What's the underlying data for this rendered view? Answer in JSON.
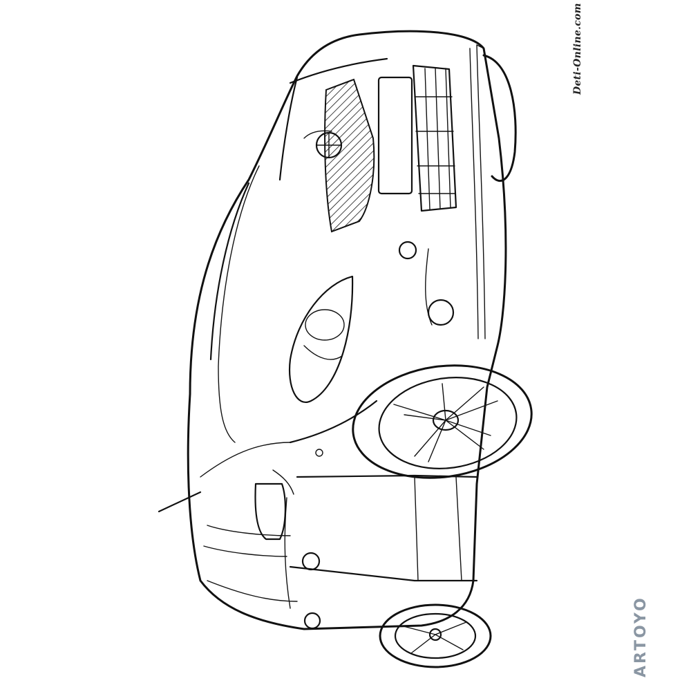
{
  "illustration": {
    "subject": "car coloring page outline",
    "orientation": "rotated-90-degrees",
    "colors": {
      "line": "#111111",
      "background": "#ffffff",
      "watermark_bottom": "#8a96a3"
    }
  },
  "watermarks": {
    "top": "Deti-Online.com",
    "bottom": "ARTOYO"
  }
}
